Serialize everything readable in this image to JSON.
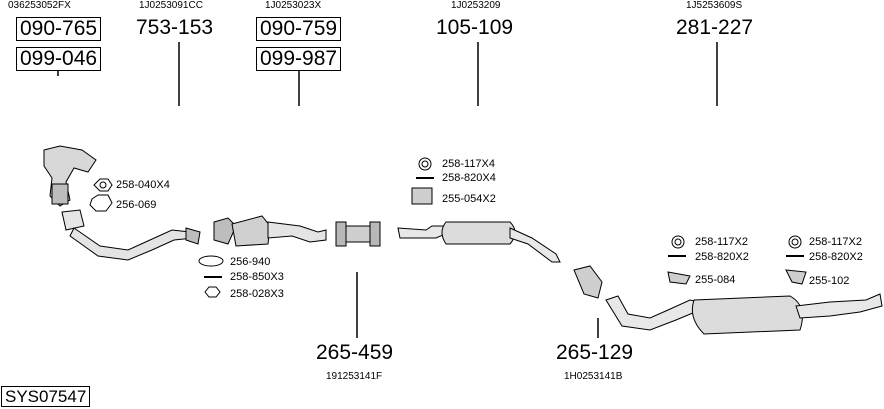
{
  "assembly": {
    "code": "SYS07547"
  },
  "top_row": [
    {
      "oem": "036253052FX",
      "refs": [
        "090-765",
        "099-046"
      ],
      "boxed": true
    },
    {
      "oem": "1J0253091CC",
      "refs": [
        "753-153"
      ],
      "boxed": false
    },
    {
      "oem": "1J0253023X",
      "refs": [
        "090-759",
        "099-987"
      ],
      "boxed": true
    },
    {
      "oem": "1J0253209",
      "refs": [
        "105-109"
      ],
      "boxed": false
    },
    {
      "oem": "1J5253609S",
      "refs": [
        "281-227"
      ],
      "boxed": false
    }
  ],
  "bottom_row": [
    {
      "ref": "265-459",
      "oem": "191253141F"
    },
    {
      "ref": "265-129",
      "oem": "1H0253141B"
    }
  ],
  "small_parts": {
    "manifold_nut": "258-040X4",
    "manifold_gasket": "256-069",
    "pipe_ring": "256-940",
    "pipe_bolt": "258-850X3",
    "pipe_nut": "258-028X3",
    "mid_ring": "258-117X4",
    "mid_bolt": "258-820X4",
    "mid_hanger": "255-054X2",
    "rear_ring_a": "258-117X2",
    "rear_bolt_a": "258-820X2",
    "rear_hanger_a": "255-084",
    "rear_ring_b": "258-117X2",
    "rear_bolt_b": "258-820X2",
    "rear_hanger_b": "255-102"
  }
}
